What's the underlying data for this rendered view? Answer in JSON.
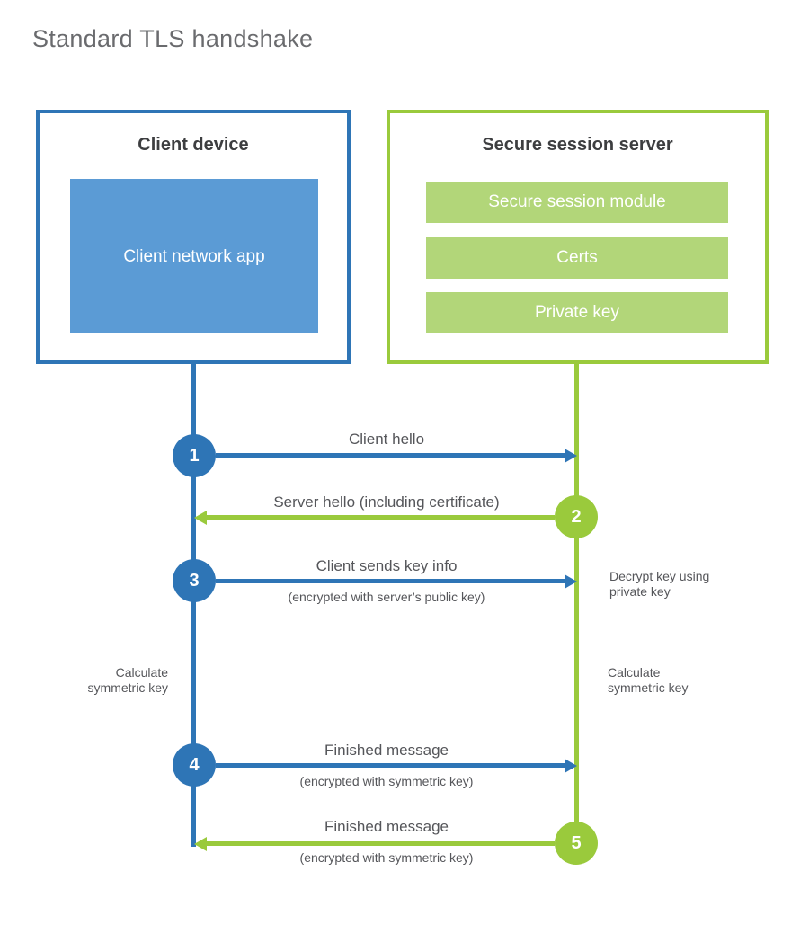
{
  "title": "Standard TLS handshake",
  "client": {
    "title": "Client device",
    "app": "Client network app"
  },
  "server": {
    "title": "Secure session server",
    "modules": [
      "Secure session module",
      "Certs",
      "Private key"
    ]
  },
  "steps": [
    {
      "num": "1",
      "actor": "client",
      "direction": "right",
      "label": "Client hello",
      "sub": ""
    },
    {
      "num": "2",
      "actor": "server",
      "direction": "left",
      "label": "Server hello (including certificate)",
      "sub": ""
    },
    {
      "num": "3",
      "actor": "client",
      "direction": "right",
      "label": "Client sends key info",
      "sub": "(encrypted with server’s public key)"
    },
    {
      "num": "4",
      "actor": "client",
      "direction": "right",
      "label": "Finished message",
      "sub": "(encrypted with symmetric key)"
    },
    {
      "num": "5",
      "actor": "server",
      "direction": "left",
      "label": "Finished message",
      "sub": "(encrypted with symmetric key)"
    }
  ],
  "notes": {
    "decrypt": "Decrypt key using private key",
    "calc_left": "Calculate symmetric key",
    "calc_right": "Calculate symmetric key"
  },
  "colors": {
    "blue": "#2e75b6",
    "blue_light": "#5b9bd5",
    "green": "#9aca3c",
    "green_light": "#b2d679",
    "text_gray": "#55565a"
  }
}
